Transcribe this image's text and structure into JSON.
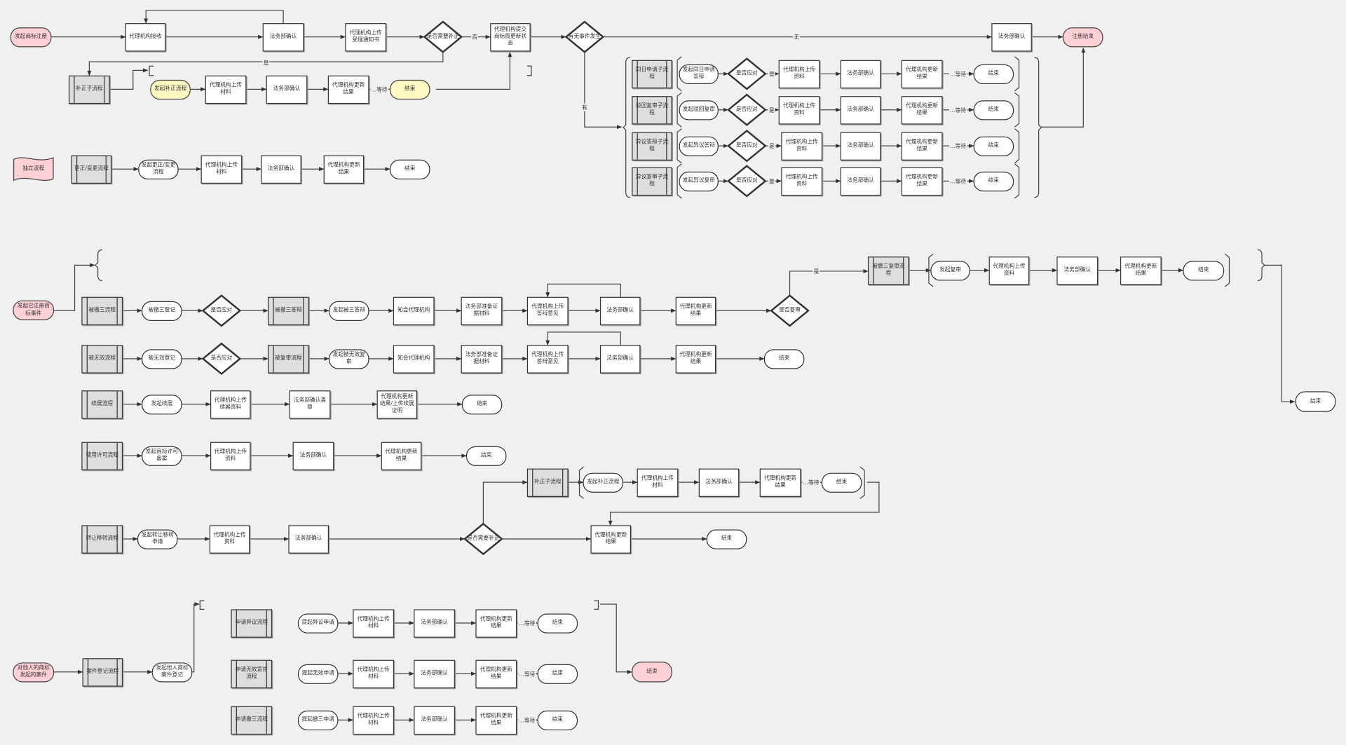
{
  "labels": {
    "yes": "是",
    "no": "否",
    "none": "无",
    "has": "有",
    "wait": "...等待"
  },
  "nodes": {
    "s1": "发起商标注册",
    "r1a": "代理机构接收",
    "r1b": "法务部确认",
    "r1c": "代理机构上传受理通知书",
    "r1d": "是否需要补正",
    "r1e": "代理机构提交商标局更新状态",
    "r1f": "有无事件发生",
    "r1g": "法务部确认",
    "r1end": "注册结束",
    "bzsub": "补正子流程",
    "bz1": "发起补正流程",
    "bz2": "代理机构上传材料",
    "bz3": "法务部确认",
    "bz4": "代理机构更新结果",
    "bz5": "结束",
    "gzstart": "独立流程",
    "gzsub": "更正/变更流程",
    "gz1": "发起更正/变更流程",
    "gz2": "代理机构上传材料",
    "gz3": "法务部确认",
    "gz4": "代理机构更新结果",
    "gz5": "结束",
    "e1_0": "同日申请子流程",
    "e1_1": "发起同日申请答辩",
    "e1_2": "是否应对",
    "e1_3": "代理机构上传资料",
    "e1_4": "法务部确认",
    "e1_5": "代理机构更新结果",
    "e1_6": "结束",
    "e2_0": "驳回复审子流程",
    "e2_1": "发起驳回复审",
    "e2_2": "是否应对",
    "e2_3": "代理机构上传资料",
    "e2_4": "法务部确认",
    "e2_5": "代理机构更新结果",
    "e2_6": "结束",
    "e3_0": "异议答辩子流程",
    "e3_1": "发起异议答辩",
    "e3_2": "是否应对",
    "e3_3": "代理机构上传资料",
    "e3_4": "法务部确认",
    "e3_5": "代理机构更新结果",
    "e3_6": "结束",
    "e4_0": "异议复审子流程",
    "e4_1": "发起异议复审",
    "e4_2": "是否应对",
    "e4_3": "代理机构上传资料",
    "e4_4": "法务部确认",
    "e4_5": "代理机构更新结果",
    "e4_6": "结束",
    "s2": "发起已注册商标事件",
    "a0": "被撤三流程",
    "a1": "被撤三登记",
    "a2": "是否应对",
    "a3": "被撤三答辩",
    "a4": "发起被三答辩",
    "a5": "知会代理机构",
    "a6": "法务部准备证据材料",
    "a7": "代理机构上传答辩意见",
    "a8": "法务部确认",
    "a9": "代理机构更新结果",
    "a10": "是否复审",
    "rs0": "被撤三复审流程",
    "rs1": "发起复审",
    "rs2": "代理机构上传资料",
    "rs3": "法务部确认",
    "rs4": "代理机构更新结果",
    "rs5": "结束",
    "mEnd": "结束",
    "b0": "被无效流程",
    "b1": "被无效登记",
    "b2": "是否应对",
    "b3": "被复审流程",
    "b4": "发起被无效复审",
    "b5": "知会代理机构",
    "b6": "法务部准备证据材料",
    "b7": "代理机构上传答辩意见",
    "b8": "法务部确认",
    "b9": "代理机构更新结果",
    "b10": "结束",
    "c0": "续展流程",
    "c1": "发起续展",
    "c2": "代理机构上传续展资料",
    "c3": "法务部确认盖章",
    "c4": "代理机构更新结果/上传续展证明",
    "c5": "结束",
    "d0": "使用许可流程",
    "d1": "发起商标许可备案",
    "d2": "代理机构上传资料",
    "d3": "法务部确认",
    "d4": "代理机构更新结果",
    "d5": "结束",
    "t0": "转让移转流程",
    "t1": "发起转让移转申请",
    "t2": "代理机构上传资料",
    "t3": "法务部确认",
    "t4": "是否需要补正",
    "t5": "代理机构更新结果",
    "t6": "结束",
    "tb0": "补正子流程",
    "tb1": "发起补正流程",
    "tb2": "代理机构上传材料",
    "tb3": "法务部确认",
    "tb4": "代理机构更新结果",
    "tb5": "结束",
    "s3": "对他人的商标发起的案件",
    "f0": "案件登记流程",
    "f1": "发起他人商标案件登记",
    "fEnd": "结束",
    "g1_0": "申请异议流程",
    "g1_1": "提起异议申请",
    "g1_2": "代理机构上传材料",
    "g1_3": "法务部确认",
    "g1_4": "代理机构更新结果",
    "g1_5": "结束",
    "g2_0": "申请无效宣告流程",
    "g2_1": "提起无效申请",
    "g2_2": "代理机构上传材料",
    "g2_3": "法务部确认",
    "g2_4": "代理机构更新结果",
    "g2_5": "结束",
    "g3_0": "申请撤三流程",
    "g3_1": "提起撤三申请",
    "g3_2": "代理机构上传材料",
    "g3_3": "法务部确认",
    "g3_4": "代理机构更新结果",
    "g3_5": "结束"
  }
}
